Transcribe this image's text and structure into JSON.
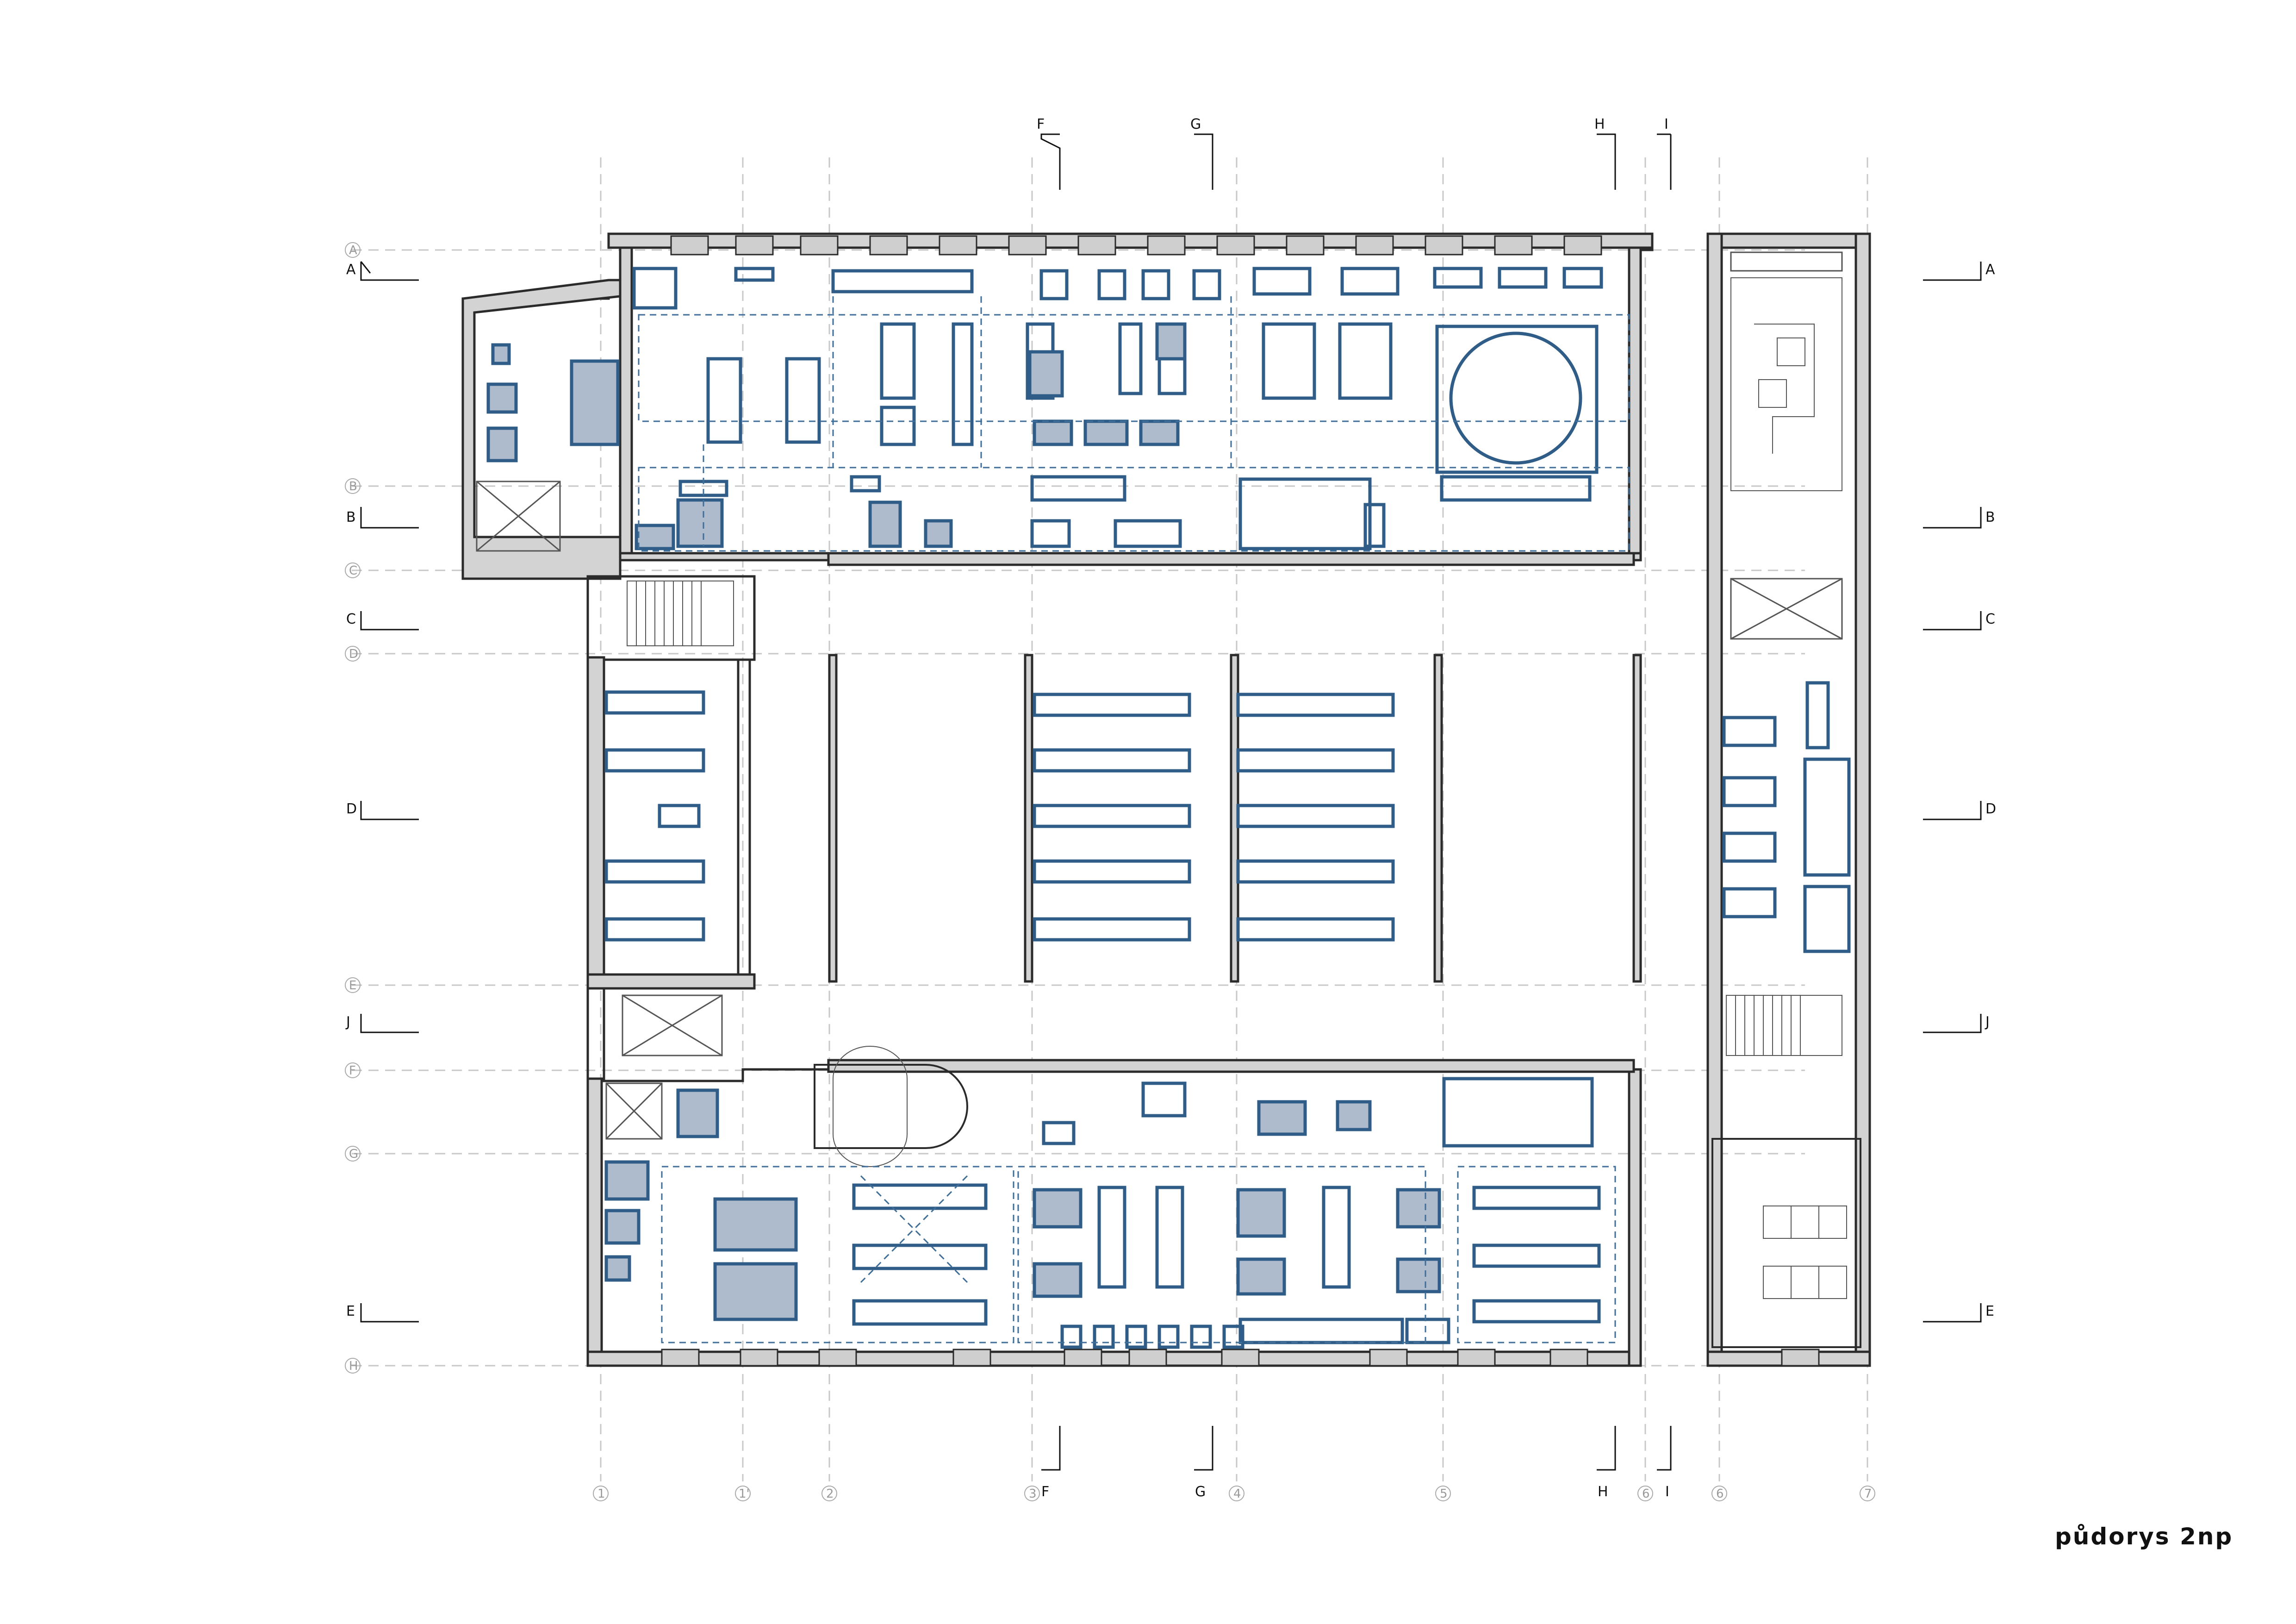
{
  "drawing": {
    "title": "půdorys 2np"
  },
  "colors": {
    "wall": "#2b2b2b",
    "wall_fill": "#cfcfcf",
    "furniture": "#2f5d87",
    "furniture_fill": "#aebbcc",
    "grid": "#bdbdbd",
    "dash_blue": "#3f6e98"
  },
  "grid": {
    "rows": [
      "A",
      "B",
      "C",
      "D",
      "E",
      "F",
      "G",
      "H"
    ],
    "columns": [
      "1",
      "1'",
      "2",
      "3",
      "4",
      "5",
      "6",
      "6",
      "7"
    ]
  },
  "sections": {
    "left_right": [
      "A",
      "B",
      "C",
      "D",
      "J",
      "E"
    ],
    "top_bottom": [
      "F",
      "G",
      "H",
      "I"
    ]
  }
}
